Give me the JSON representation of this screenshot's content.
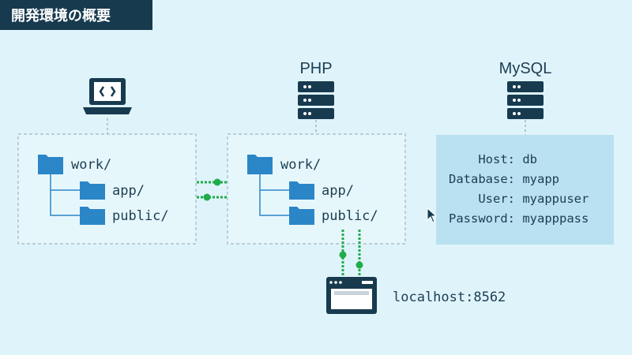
{
  "title": "開発環境の概要",
  "colors": {
    "background": "#dff4fa",
    "title_bg": "#173a4f",
    "dark": "#173a4f",
    "folder": "#2b86c8",
    "connector": "#1fad4a",
    "panel_border": "#9fb7c3",
    "db_panel": "#b9e1f1"
  },
  "local": {
    "icon": "laptop-code-icon",
    "tree": {
      "root": "work/",
      "children": [
        "app/",
        "public/"
      ]
    }
  },
  "php": {
    "label": "PHP",
    "icon": "server-icon",
    "tree": {
      "root": "work/",
      "children": [
        "app/",
        "public/"
      ]
    }
  },
  "mysql": {
    "label": "MySQL",
    "icon": "server-icon",
    "config": [
      {
        "key": "Host:",
        "value": "db"
      },
      {
        "key": "Database:",
        "value": "myapp"
      },
      {
        "key": "User:",
        "value": "myappuser"
      },
      {
        "key": "Password:",
        "value": "myapppass"
      }
    ]
  },
  "browser": {
    "icon": "browser-window-icon",
    "url": "localhost:8562"
  }
}
